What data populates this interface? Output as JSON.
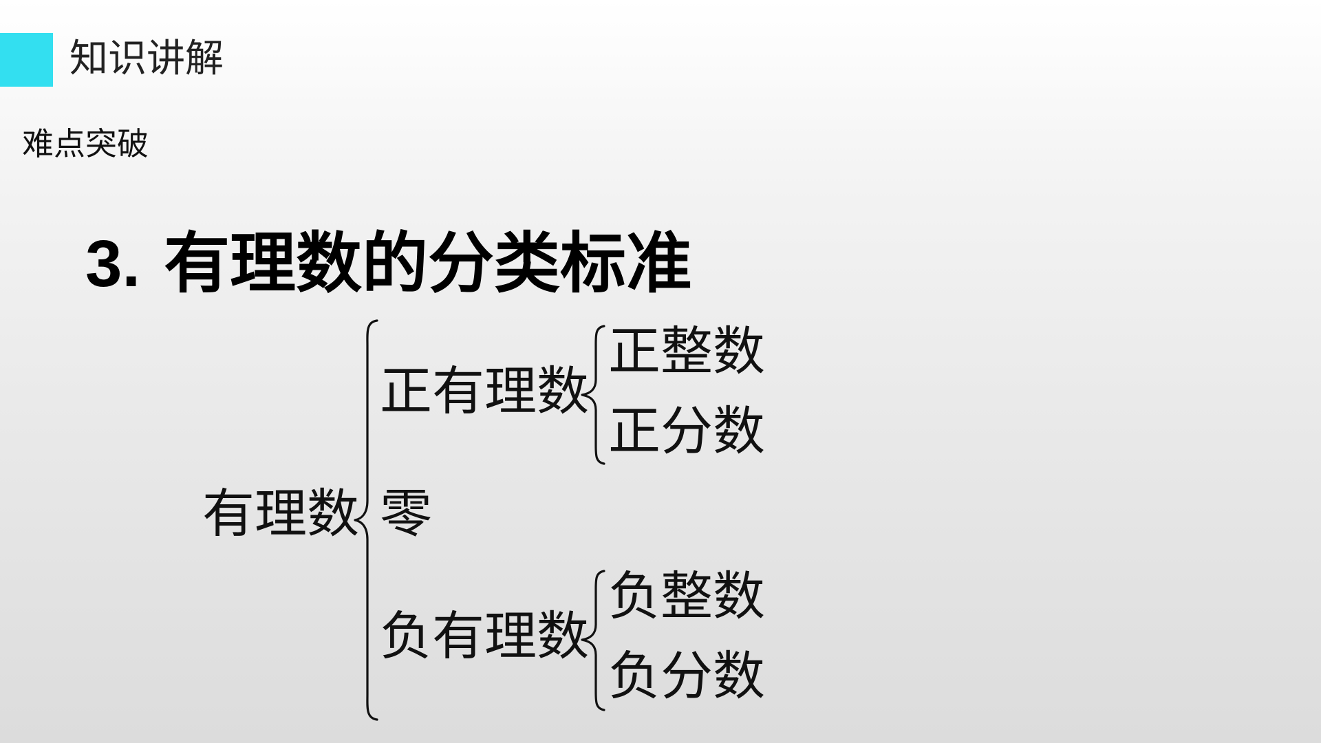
{
  "header": {
    "section_title": "知识讲解",
    "accent_color": "#33dff0"
  },
  "subheader": {
    "label": "难点突破"
  },
  "heading": {
    "number": "3.",
    "title": "有理数的分类标准"
  },
  "classification": {
    "root": "有理数",
    "positive": {
      "label": "正有理数",
      "children": [
        "正整数",
        "正分数"
      ]
    },
    "zero": "零",
    "negative": {
      "label": "负有理数",
      "children": [
        "负整数",
        "负分数"
      ]
    }
  }
}
